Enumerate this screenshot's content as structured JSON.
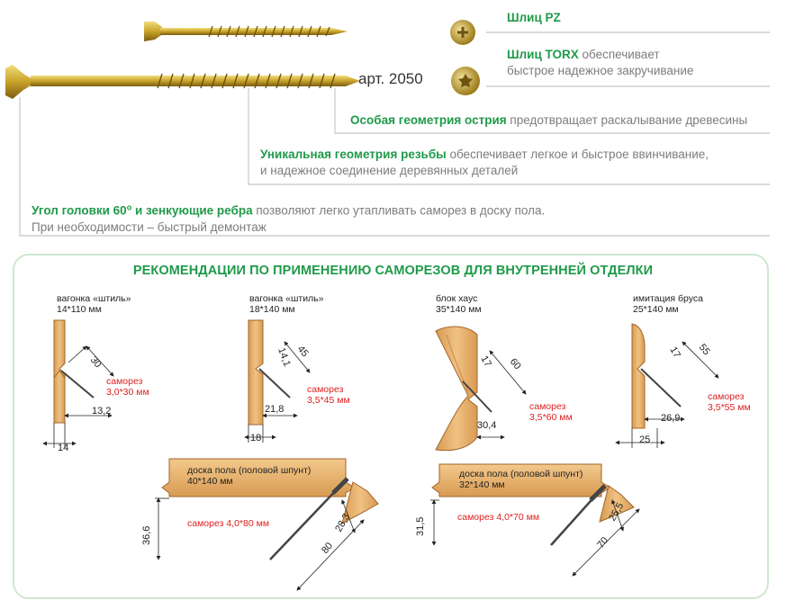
{
  "header": {
    "article": "арт. 2050",
    "features": [
      {
        "bold": "Шлиц PZ",
        "text": "",
        "text2": ""
      },
      {
        "bold": "Шлиц TORX",
        "text": " обеспечивает",
        "text2": "быстрое надежное закручивание"
      },
      {
        "bold": "Особая геометрия острия",
        "text": " предотвращает раскалывание древесины",
        "text2": ""
      },
      {
        "bold": "Уникальная геометрия резьбы",
        "text": " обеспечивает легкое и быстрое ввинчивание,",
        "text2": "и надежное соединение деревянных деталей"
      },
      {
        "bold": "Угол головки 60",
        "sup": "o",
        "bold2": " и зенкующие ребра",
        "text": " позволяют легко утапливать саморез в доску пола.",
        "text2": "При необходимости – быстрый демонтаж"
      }
    ]
  },
  "panel": {
    "title": "РЕКОМЕНДАЦИИ ПО ПРИМЕНЕНИЮ САМОРЕЗОВ ДЛЯ ВНУТРЕННЕЙ ОТДЕЛКИ",
    "items": [
      {
        "name": "вагонка «штиль»",
        "size": "14*110 мм",
        "screw_label": "саморез",
        "screw": "3,0*30 мм",
        "dims": [
          "30",
          "13,2",
          "14"
        ]
      },
      {
        "name": "вагонка «штиль»",
        "size": "18*140 мм",
        "screw_label": "саморез",
        "screw": "3,5*45 мм",
        "dims": [
          "45",
          "14,1",
          "21,8",
          "18"
        ]
      },
      {
        "name": "блок хаус",
        "size": "35*140 мм",
        "screw_label": "саморез",
        "screw": "3,5*60 мм",
        "dims": [
          "60",
          "17",
          "30,4"
        ]
      },
      {
        "name": "имитация бруса",
        "size": "25*140 мм",
        "screw_label": "саморез",
        "screw": "3,5*55 мм",
        "dims": [
          "55",
          "17",
          "26,9",
          "25"
        ]
      },
      {
        "name": "доска пола (половой шпунт)",
        "size": "40*140 мм",
        "screw": "саморез 4,0*80 мм",
        "dims": [
          "36,6",
          "28,3",
          "80"
        ]
      },
      {
        "name": "доска пола (половой шпунт)",
        "size": "32*140 мм",
        "screw": "саморез 4,0*70 мм",
        "dims": [
          "31,5",
          "25,5",
          "70"
        ]
      }
    ]
  },
  "colors": {
    "green": "#1f9a4a",
    "red": "#e02020",
    "wood": "#e8b06a",
    "gold": "#c9a22a"
  }
}
